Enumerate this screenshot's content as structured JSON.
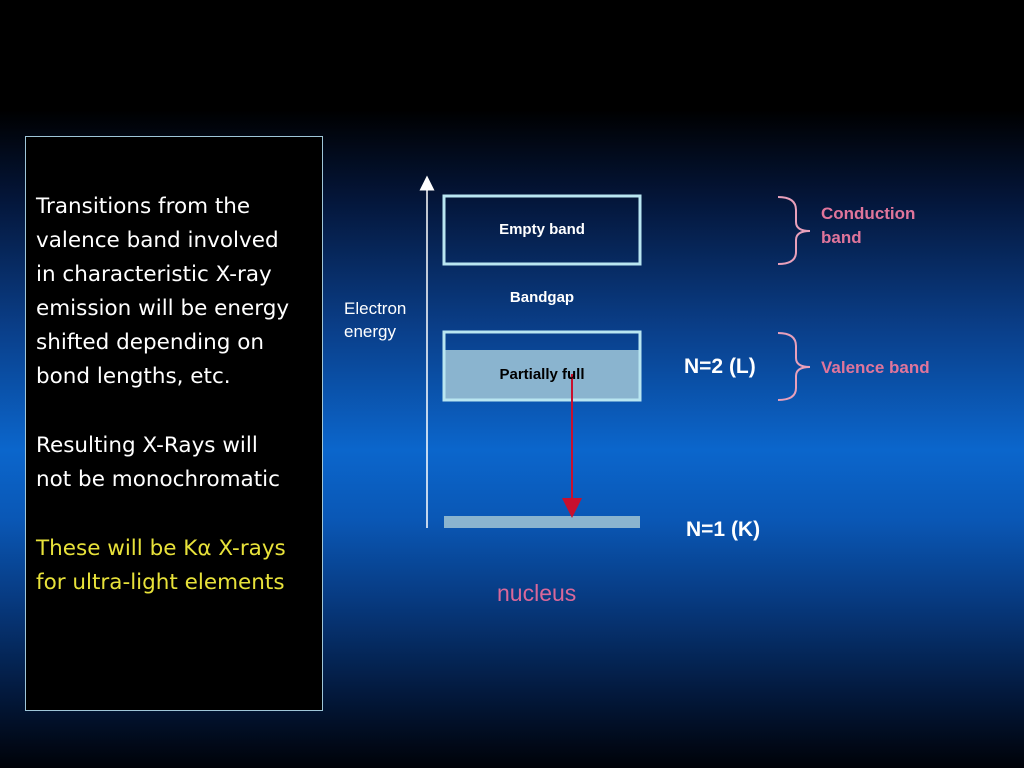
{
  "text_panel": {
    "paragraph1": "Transitions from the\nvalence band involved\nin characteristic X-ray\nemission will be energy\nshifted depending on\nbond lengths, etc.",
    "paragraph2": "Resulting X-Rays will\nnot be monochromatic",
    "paragraph3": "These will be Kα X-rays\nfor ultra-light elements"
  },
  "diagram": {
    "axis_label": "Electron\nenergy",
    "empty_band": "Empty band",
    "bandgap": "Bandgap",
    "partially_full": "Partially full",
    "level_n2": "N=2 (L)",
    "level_n1": "N=1 (K)",
    "conduction_band": "Conduction\nband",
    "valence_band": "Valence band",
    "nucleus": "nucleus"
  },
  "colors": {
    "band_outline": "#b9e6f1",
    "partial_fill": "#8ab4cf",
    "arrow": "#c8102e",
    "pink_label": "#e0759b",
    "highlight_text": "#e8e23a"
  }
}
